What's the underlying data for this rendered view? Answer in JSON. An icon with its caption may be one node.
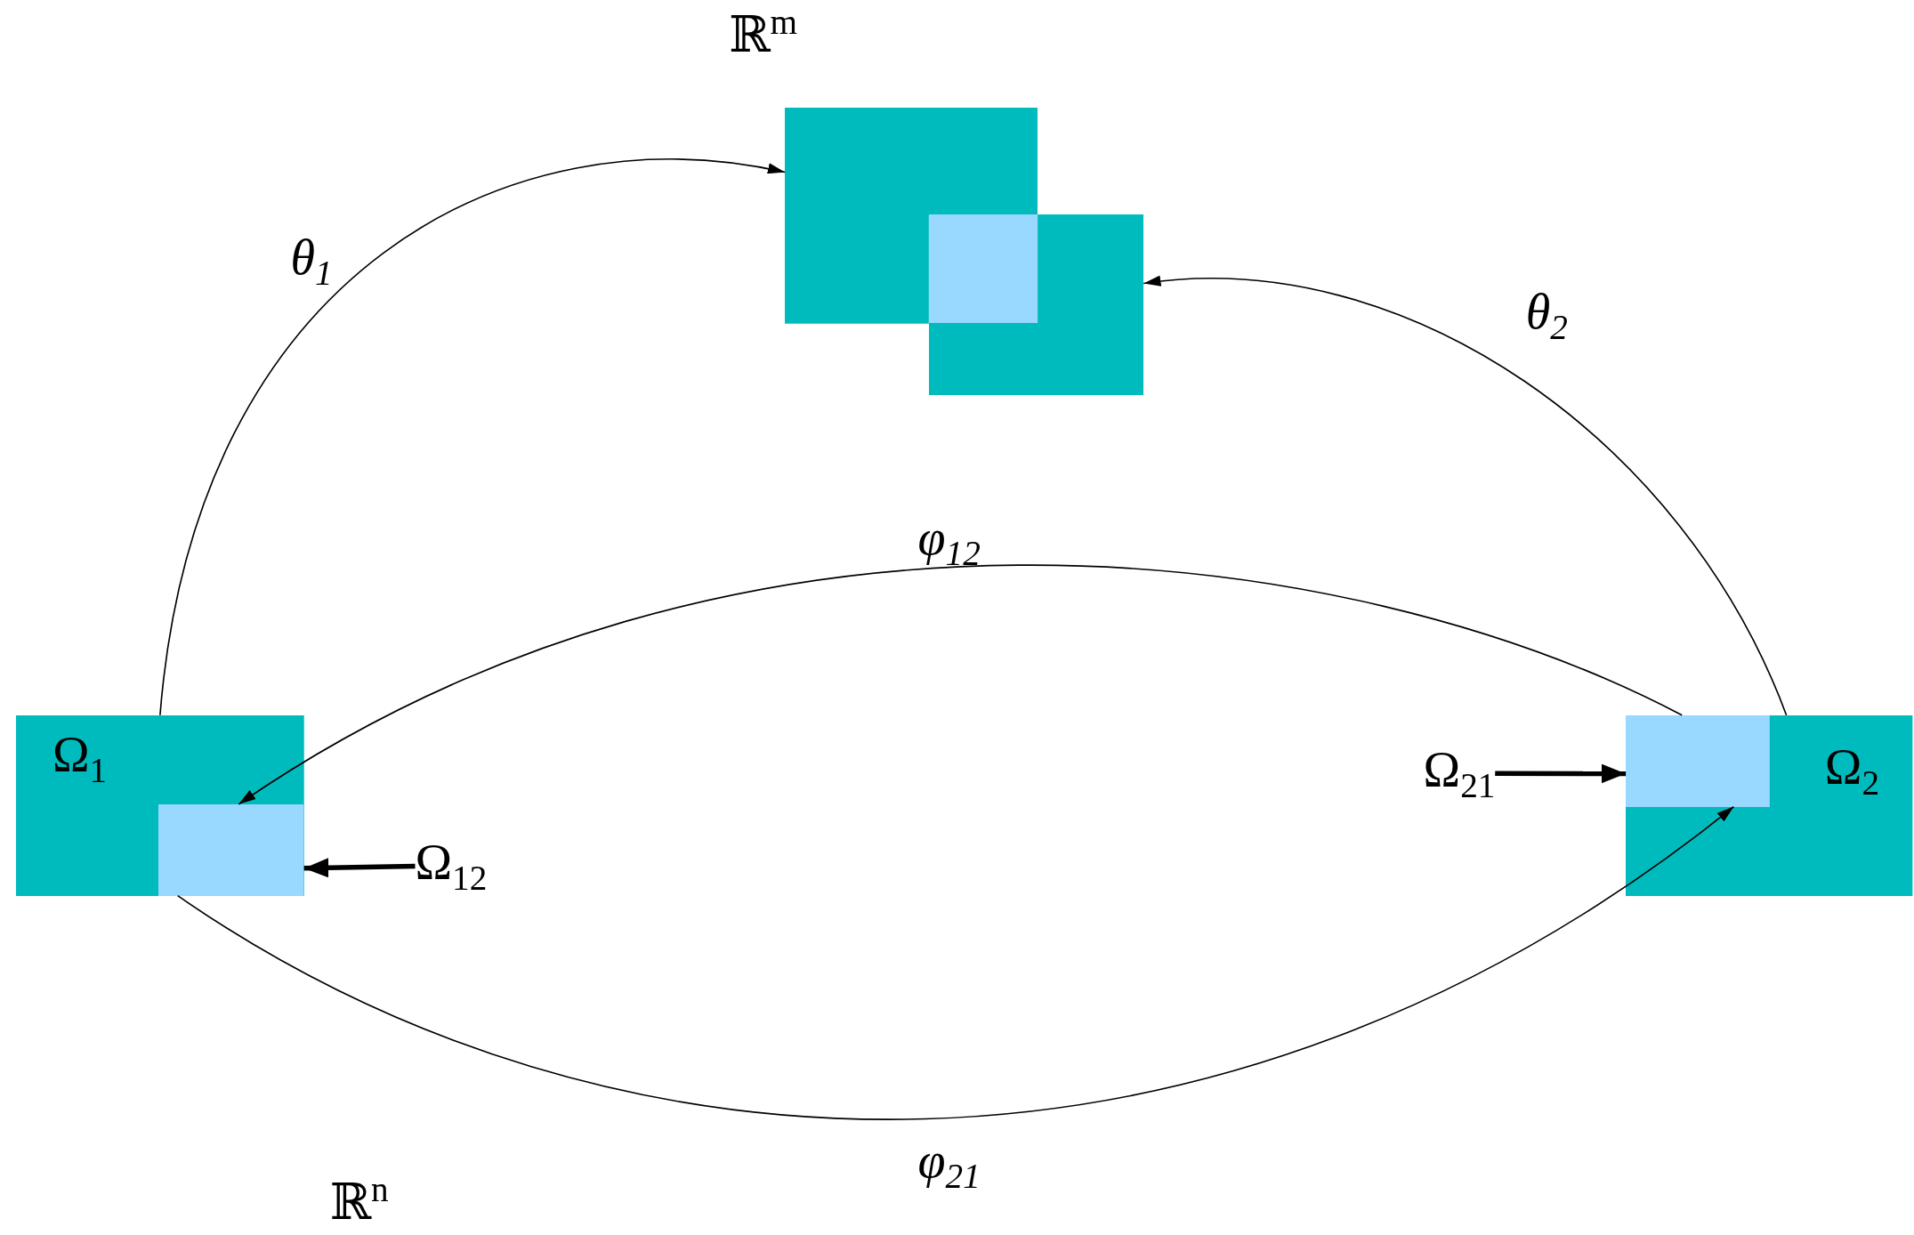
{
  "diagram": {
    "nodes": [
      {
        "text": [
          "Ω$_{1}$"
        ]
      },
      {
        "text": [],
        "shape": "box",
        "in": 0
      },
      {
        "text": [
          "Ω$_{12}$"
        ]
      },
      {
        "text": [
          "Ω$_{2}$"
        ]
      },
      {
        "text": [],
        "shape": "box",
        "in": 3
      },
      {
        "text": [
          "Ω$_{21}$"
        ]
      },
      {
        "text": [],
        "shape": "box"
      },
      {
        "text": [],
        "shape": "box"
      },
      {
        "text": [],
        "shape": "box"
      }
    ],
    "edges": [
      {
        "from": 0,
        "to": 6,
        "arrow": "to",
        "label": "θ$_{1}$"
      },
      {
        "from": 3,
        "to": 7,
        "arrow": "to",
        "label": "θ$_{2}$"
      },
      {
        "from": 4,
        "to": 1,
        "arrow": "to",
        "label": "φ$_{12}$"
      },
      {
        "from": 1,
        "to": 4,
        "arrow": "to",
        "label": "φ$_{21}$"
      },
      {
        "from": 2,
        "to": 1,
        "arrow": "to",
        "style": "thick"
      },
      {
        "from": 5,
        "to": 4,
        "arrow": "to",
        "style": "thick"
      }
    ],
    "labels": [
      "ℝ$^{m}$",
      "ℝ$^{n}$"
    ]
  }
}
